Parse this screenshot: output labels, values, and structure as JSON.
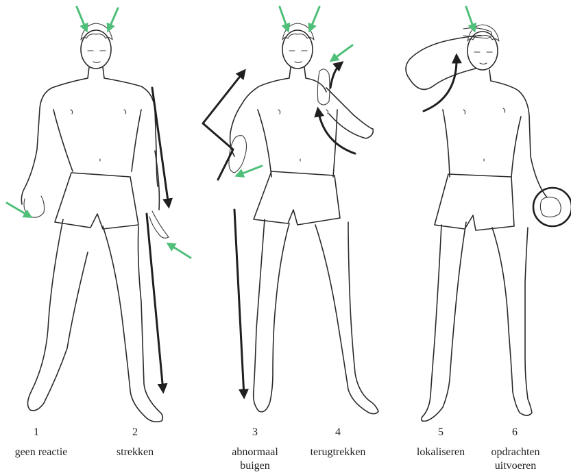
{
  "responses": [
    {
      "number": "1",
      "label": "geen reactie"
    },
    {
      "number": "2",
      "label": "strekken"
    },
    {
      "number": "3",
      "label": "abnormaal buigen"
    },
    {
      "number": "4",
      "label": "terugtrekken"
    },
    {
      "number": "5",
      "label": "lokaliseren"
    },
    {
      "number": "6",
      "label": "opdrachten uitvoeren"
    }
  ],
  "colors": {
    "stimulus_arrow": "#4fbf7a",
    "movement_arrow": "#1f1f1f",
    "line": "#2a2a2a"
  }
}
